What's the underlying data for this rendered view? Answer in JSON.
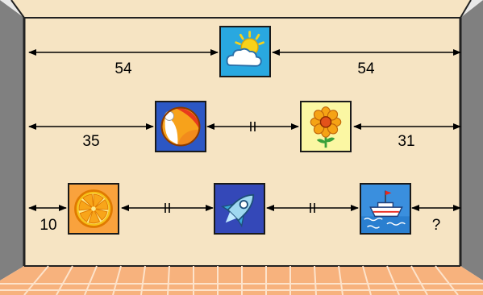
{
  "colors": {
    "wall": "#f6e4c3",
    "side_wall": "#808080",
    "floor": "#f7b27d",
    "floor_lines": "#fde3cb",
    "arrow": "#000000"
  },
  "rows": [
    {
      "items": [
        {
          "name": "sun-cloud",
          "icon": "sun-cloud-icon",
          "bg": "#29a8e0"
        }
      ],
      "labels": {
        "left": "54",
        "right": "54"
      }
    },
    {
      "items": [
        {
          "name": "beach-ball",
          "icon": "beach-ball-icon",
          "bg": "#2c57c4"
        },
        {
          "name": "flower",
          "icon": "flower-icon",
          "bg": "#fbf7a3"
        }
      ],
      "labels": {
        "left": "35",
        "right": "31"
      }
    },
    {
      "items": [
        {
          "name": "orange-slice",
          "icon": "orange-slice-icon",
          "bg": "#f9a23d"
        },
        {
          "name": "rocket",
          "icon": "rocket-icon",
          "bg": "#3448b8"
        },
        {
          "name": "boat",
          "icon": "boat-icon",
          "bg": "#3a8fde"
        }
      ],
      "labels": {
        "left": "10",
        "right": "?"
      }
    }
  ],
  "equal_mark": "||"
}
